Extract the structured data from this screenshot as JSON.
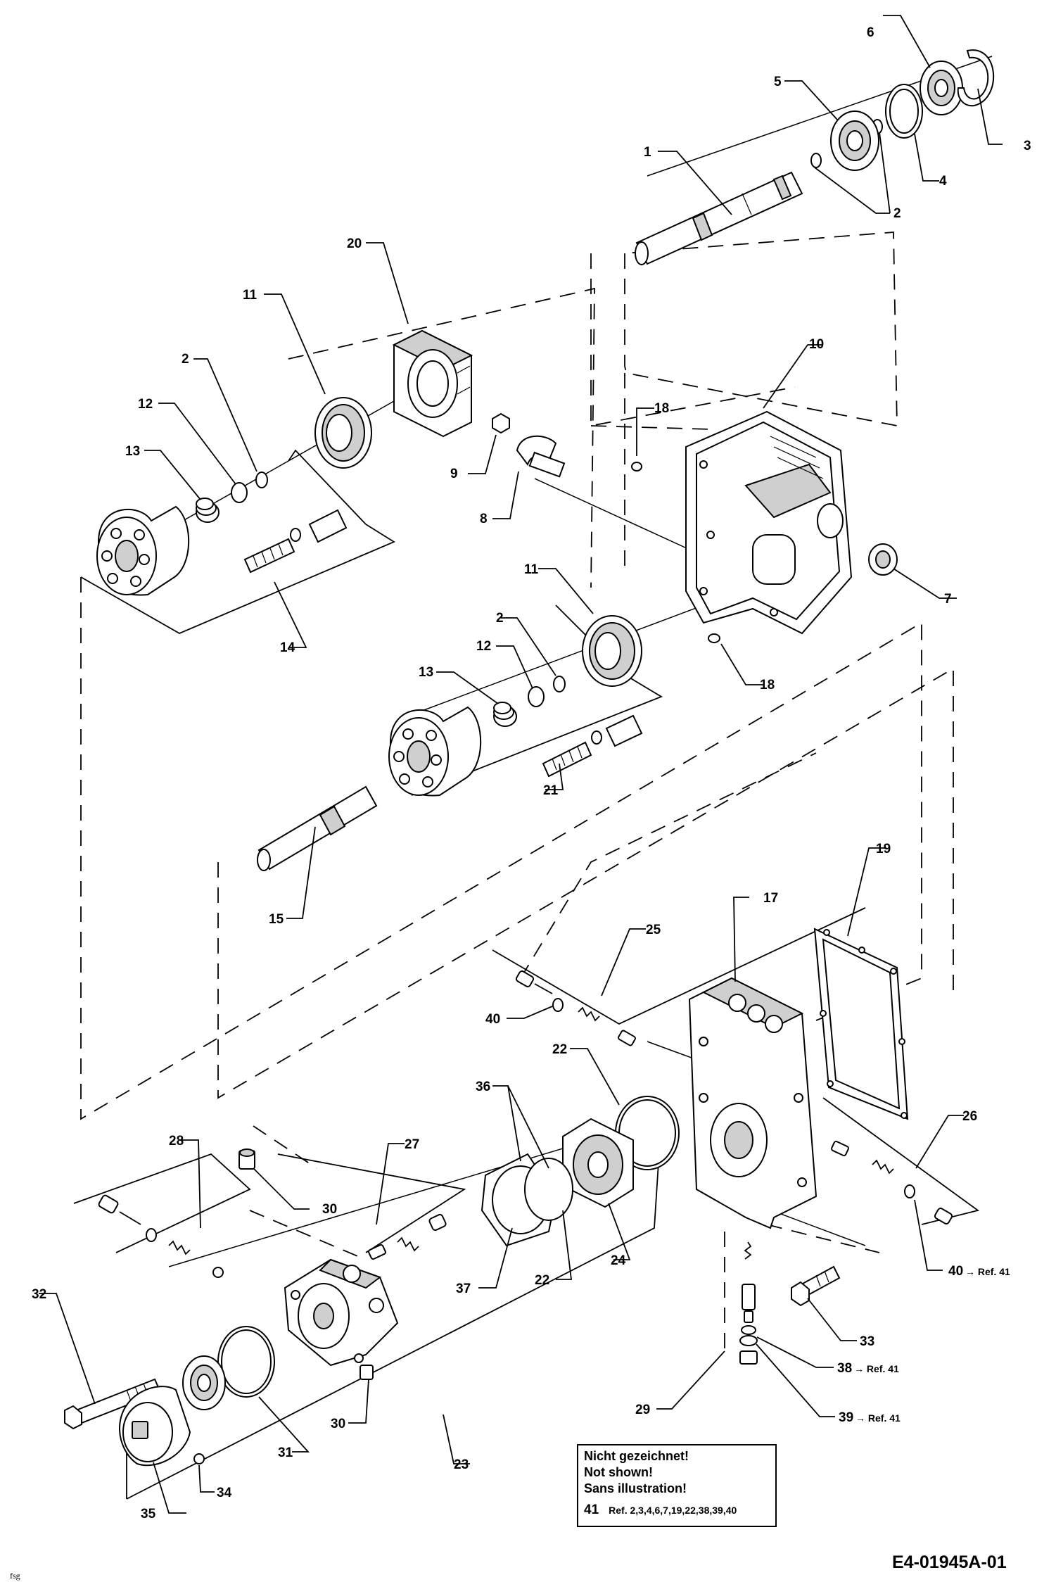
{
  "labels": {
    "l1": "1",
    "l2a": "2",
    "l3": "3",
    "l4": "4",
    "l5": "5",
    "l6": "6",
    "l20": "20",
    "l11a": "11",
    "l2b": "2",
    "l12a": "12",
    "l13a": "13",
    "l18a": "18",
    "l10": "10",
    "l9": "9",
    "l8": "8",
    "l14": "14",
    "l7": "7",
    "l11b": "11",
    "l2c": "2",
    "l12b": "12",
    "l13b": "13",
    "l18b": "18",
    "l21": "21",
    "l15": "15",
    "l19": "19",
    "l17": "17",
    "l25": "25",
    "l40a": "40",
    "l22a": "22",
    "l36": "36",
    "l26": "26",
    "l28": "28",
    "l27": "27",
    "l30a": "30",
    "l32": "32",
    "l37": "37",
    "l22b": "22",
    "l24": "24",
    "l40b": "40",
    "l33": "33",
    "l38": "38",
    "l31": "31",
    "l30b": "30",
    "l29": "29",
    "l39": "39",
    "l34": "34",
    "l23": "23",
    "l35": "35"
  },
  "refs": {
    "r40": "→ Ref. 41",
    "r38": "→ Ref. 41",
    "r39": "→ Ref. 41"
  },
  "note": {
    "line1": "Nicht gezeichnet!",
    "line2": "Not shown!",
    "line3": "Sans illustration!",
    "item_number": "41",
    "item_text": "Ref. 2,3,4,6,7,19,22,38,39,40"
  },
  "doc_code": "E4-01945A-01",
  "corner_mark": "fsg"
}
